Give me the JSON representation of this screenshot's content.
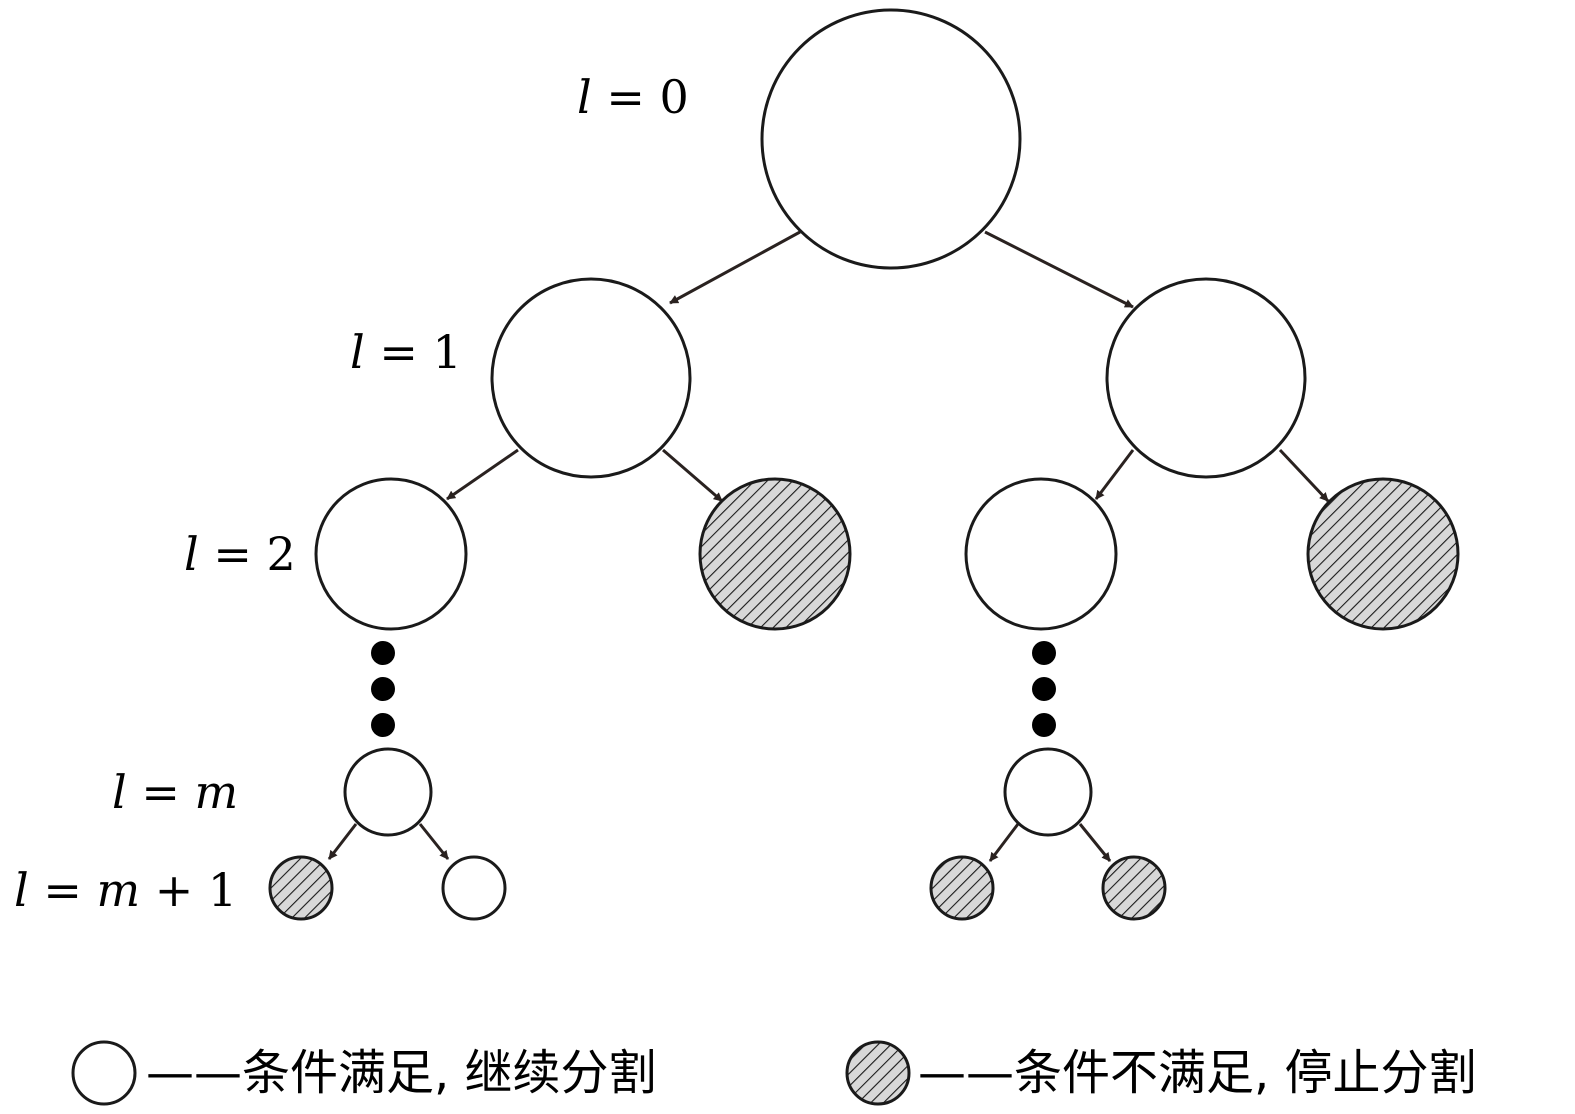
{
  "levels": {
    "l0": {
      "var": "l",
      "rest": " = 0"
    },
    "l1": {
      "var": "l",
      "rest": " = 1"
    },
    "l2": {
      "var": "l",
      "rest": " = 2"
    },
    "lm": {
      "var": "l",
      "eq": " = ",
      "m": "m"
    },
    "lm1": {
      "var": "l",
      "eq": " = ",
      "m": "m",
      "tail": " + 1"
    }
  },
  "legend": {
    "continue_text": "——条件满足, 继续分割",
    "stop_text": "——条件不满足, 停止分割"
  },
  "colors": {
    "stroke": "#1a1a1a",
    "node_fill": "#ffffff",
    "hatch_fill": "#d8d8d8",
    "hatch_line": "#1a1a1a",
    "arrow": "#2a2220"
  }
}
